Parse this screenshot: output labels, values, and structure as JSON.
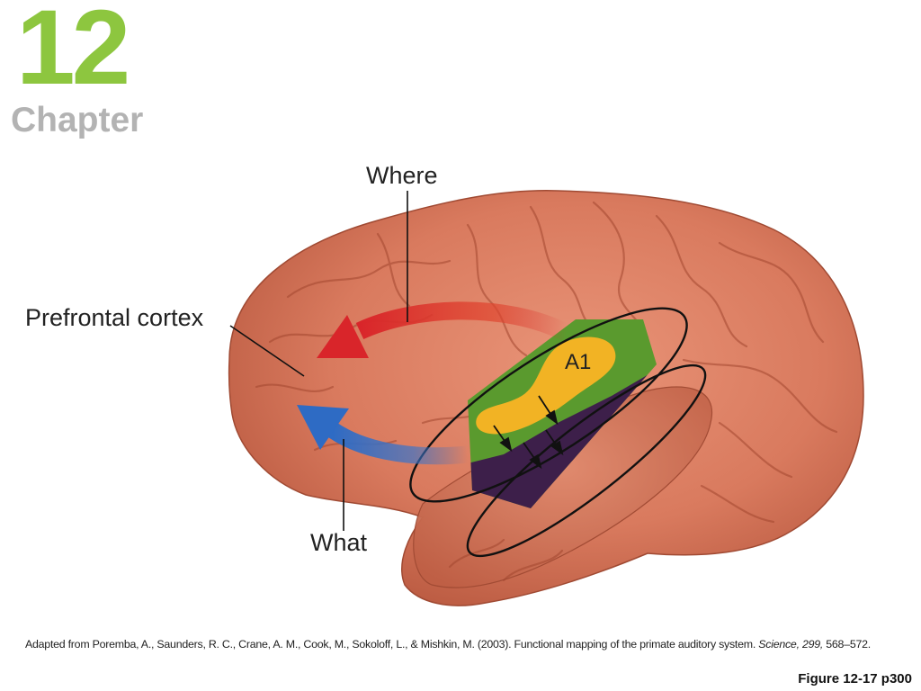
{
  "chapter": {
    "number": "12",
    "label": "Chapter"
  },
  "labels": {
    "where": "Where",
    "prefrontal": "Prefrontal cortex",
    "a1": "A1",
    "what": "What"
  },
  "citation": {
    "pre": "Adapted from Poremba, A., Saunders, R. C., Crane, A. M., Cook, M., Sokoloff, L., & Mishkin, M. (2003). Functional mapping of the primate auditory system. ",
    "journal": "Science, 299,",
    "post": " 568–572."
  },
  "figure_ref": "Figure 12-17 p300",
  "colors": {
    "chapter_number": "#8dc63f",
    "chapter_word": "#b3b3b3",
    "brain": "#d97a5e",
    "where_arrow": "#d9252a",
    "what_arrow": "#2e6bc4",
    "belt_green": "#5a9a2e",
    "parabelt_purple": "#3d1f4a",
    "a1_yellow": "#f2b324"
  }
}
